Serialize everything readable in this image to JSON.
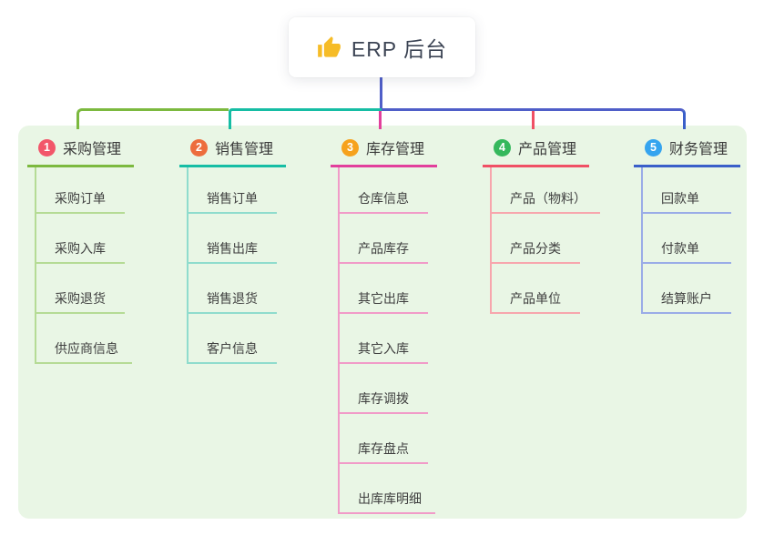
{
  "root": {
    "label": "ERP 后台",
    "icon": "thumbs-up-icon",
    "icon_color": "#f6bc27"
  },
  "colors": {
    "connector": "#4f5ec8",
    "panel_bg": "#e9f6e5",
    "canvas_bg": "#ffffff",
    "node_bg": "#ffffff",
    "title_text": "#3a3a3a",
    "child_text": "#3f3f3f"
  },
  "branches": [
    {
      "badge": "1",
      "title": "采购管理",
      "color": "#7cb93f",
      "light_color": "#b5db95",
      "badge_color": "#f2566a",
      "children": [
        "采购订单",
        "采购入库",
        "采购退货",
        "供应商信息"
      ]
    },
    {
      "badge": "2",
      "title": "销售管理",
      "color": "#16bda4",
      "light_color": "#8fdccd",
      "badge_color": "#ed6d3d",
      "children": [
        "销售订单",
        "销售出库",
        "销售退货",
        "客户信息"
      ]
    },
    {
      "badge": "3",
      "title": "库存管理",
      "color": "#e23f9c",
      "light_color": "#f19bc8",
      "badge_color": "#f6a21d",
      "children": [
        "仓库信息",
        "产品库存",
        "其它出库",
        "其它入库",
        "库存调拨",
        "库存盘点",
        "出库库明细"
      ]
    },
    {
      "badge": "4",
      "title": "产品管理",
      "color": "#f05065",
      "light_color": "#f7a6ad",
      "badge_color": "#35b85c",
      "children": [
        "产品（物料）",
        "产品分类",
        "产品单位"
      ]
    },
    {
      "badge": "5",
      "title": "财务管理",
      "color": "#3a5fc9",
      "light_color": "#9aace7",
      "badge_color": "#35a4ef",
      "children": [
        "回款单",
        "付款单",
        "结算账户"
      ]
    }
  ]
}
